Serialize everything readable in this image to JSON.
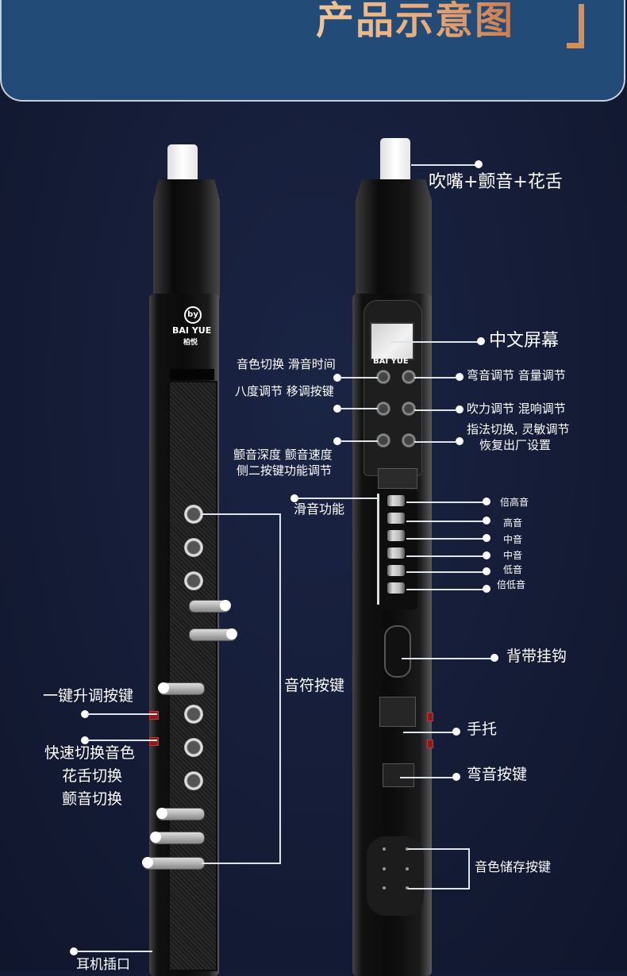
{
  "header": {
    "title": "产品示意图",
    "title_color_start": "#f0c596",
    "title_color_end": "#c97a4a",
    "banner_color": "#234b77"
  },
  "instrument": {
    "brand_en": "BAI YUE",
    "brand_cn": "柏悦",
    "logo_glyph": "by",
    "screen_brand": "BAI YUE"
  },
  "labels_back": {
    "mouthpiece": "吹嘴+颤音+花舌",
    "screen": "中文屏幕",
    "btn_left_1": "音色切换 滑音时间",
    "btn_left_2": "八度调节 移调按键",
    "btn_left_3_line1": "颤音深度 颤音速度",
    "btn_left_3_line2": "侧二按键功能调节",
    "glide": "滑音功能",
    "btn_right_1": "弯音调节 音量调节",
    "btn_right_2": "吹力调节 混响调节",
    "btn_right_3_line1": "指法切换, 灵敏调节",
    "btn_right_3_line2": "恢复出厂设置",
    "octave_rollers": [
      "倍高音",
      "高音",
      "中音",
      "中音",
      "低音",
      "倍低音"
    ],
    "strap_hook": "背带挂钩",
    "hand_rest": "手托",
    "pitch_bend_key": "弯音按键",
    "tone_memory_keys": "音色储存按键"
  },
  "labels_front": {
    "note_keys": "音符按键",
    "transpose_key": "一键升调按键",
    "quick_switch_line1": "快速切换音色",
    "quick_switch_line2": "花舌切换",
    "quick_switch_line3": "颤音切换",
    "headphone_jack": "耳机插口"
  }
}
